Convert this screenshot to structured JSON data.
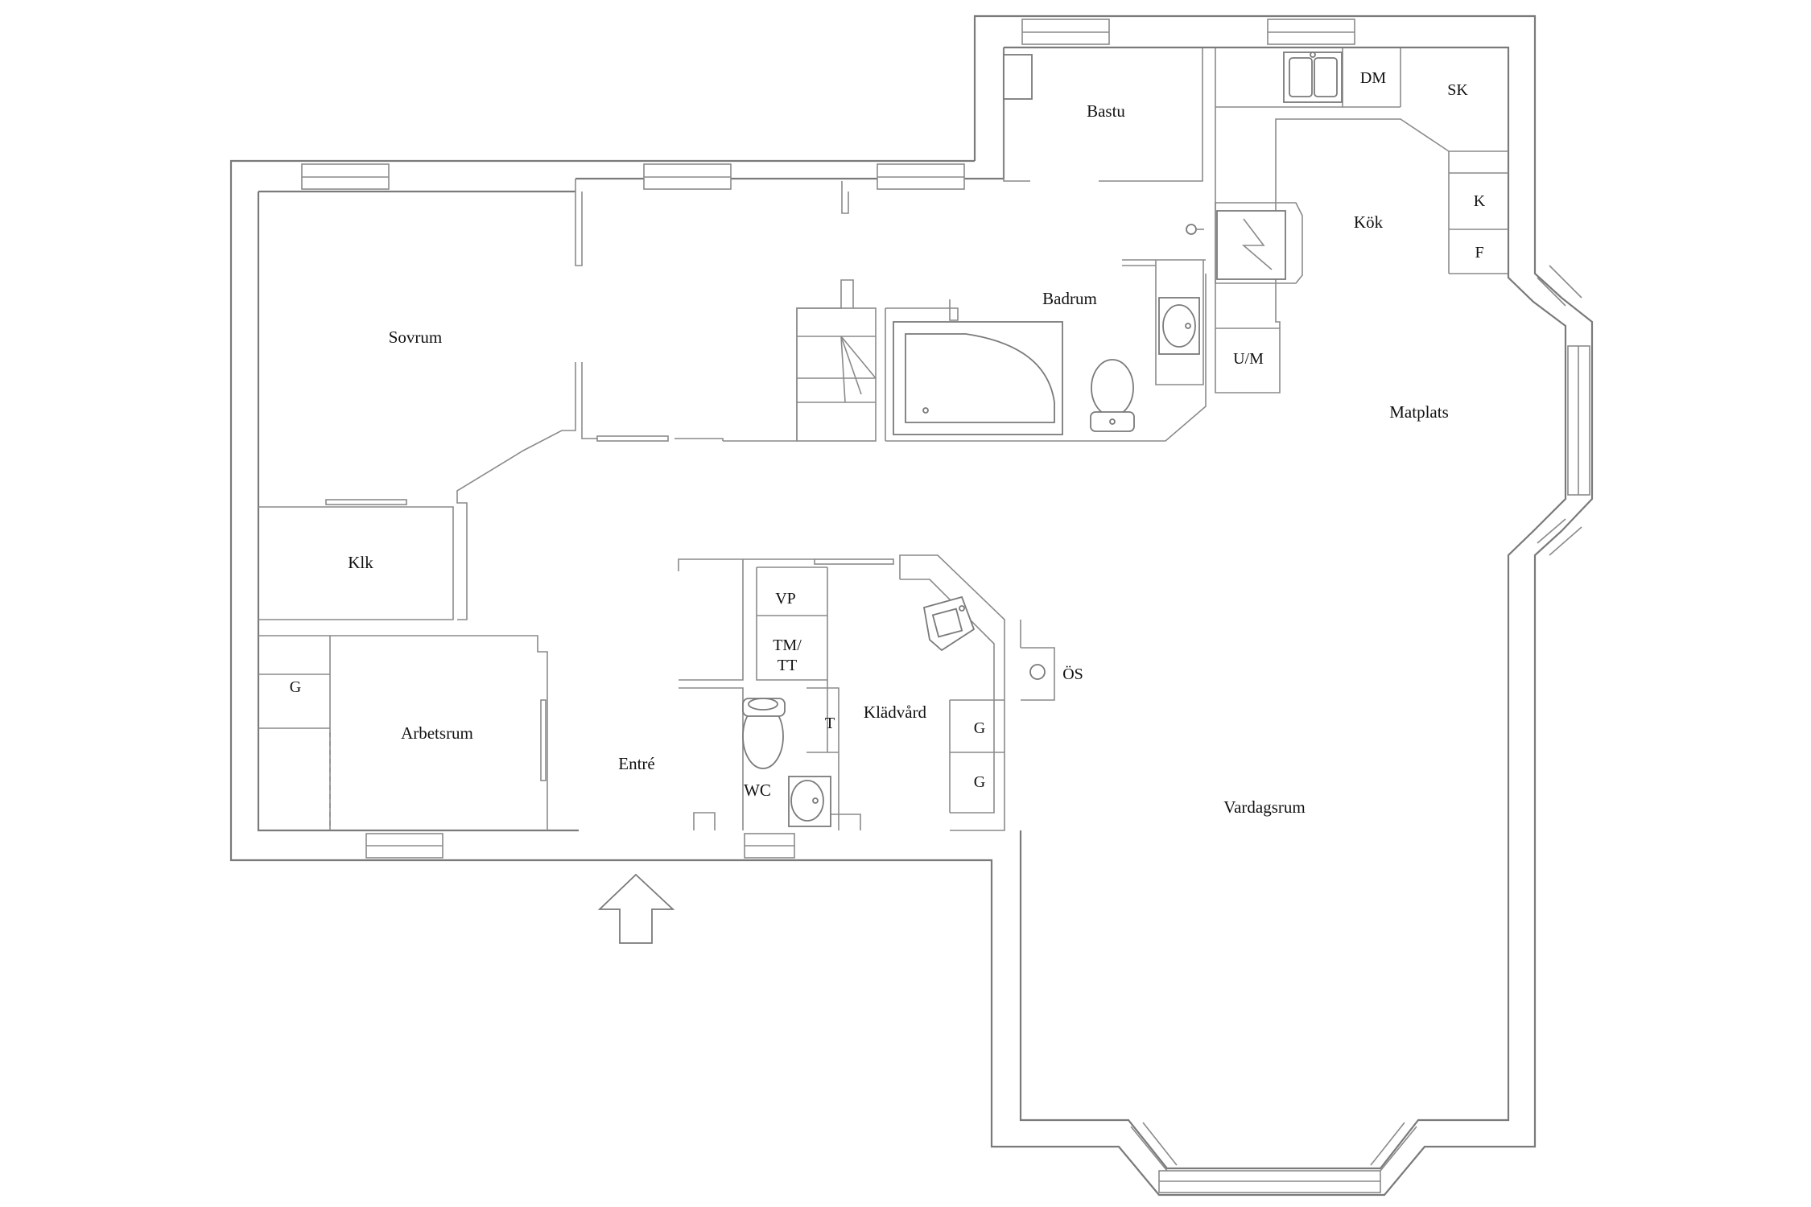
{
  "rooms": {
    "bastu": "Bastu",
    "kok": "Kök",
    "badrum": "Badrum",
    "sovrum": "Sovrum",
    "matplats": "Matplats",
    "klk": "Klk",
    "arbetsrum": "Arbetsrum",
    "entre": "Entré",
    "wc": "WC",
    "kladvard": "Klädvård",
    "vardagsrum": "Vardagsrum"
  },
  "fixtures": {
    "dm": "DM",
    "sk": "SK",
    "k": "K",
    "f": "F",
    "um": "U/M",
    "vp": "VP",
    "tm_line1": "TM/",
    "tm_line2": "TT",
    "t": "T",
    "g_arbetsrum": "G",
    "g_kladvard_1": "G",
    "g_kladvard_2": "G",
    "os": "ÖS"
  }
}
